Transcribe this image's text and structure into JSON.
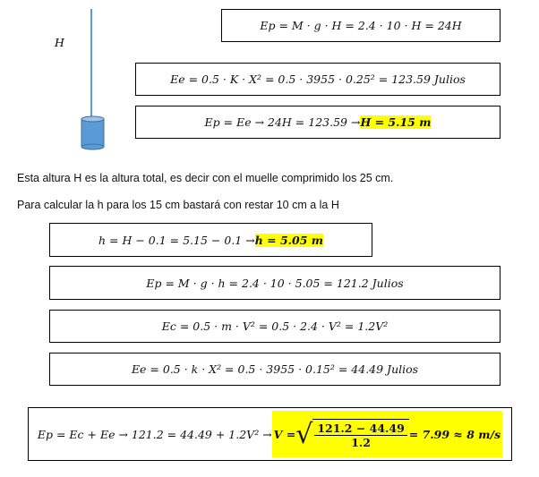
{
  "diagram": {
    "height_label": "H"
  },
  "equations": {
    "eq1": "Ep = M · g · H = 2.4 · 10 · H = 24H",
    "eq2": "Ee = 0.5 · K · X² = 0.5 · 3955 · 0.25² = 123.59 Julios",
    "eq3_prefix": "Ep = Ee → 24H = 123.59 → ",
    "eq3_result": "H = 5.15 m",
    "eq4_prefix": "h = H − 0.1 = 5.15 − 0.1 → ",
    "eq4_result": "h = 5.05 m",
    "eq5": "Ep = M · g · h = 2.4 · 10 · 5.05 = 121.2 Julios",
    "eq6": "Ec = 0.5 · m · V² = 0.5 · 2.4 · V² = 1.2V²",
    "eq7": "Ee = 0.5 · k · X² = 0.5 · 3955 · 0.15² = 44.49 Julios",
    "eq8_prefix": "Ep = Ec + Ee → 121.2 = 44.49 + 1.2V² → ",
    "eq8_v": "V = ",
    "eq8_num": "121.2 − 44.49",
    "eq8_den": "1.2",
    "eq8_result": " = 7.99 ≈ 8 m/s"
  },
  "paragraphs": {
    "p1": "Esta altura H es la altura total, es decir con el muelle comprimido los 25 cm.",
    "p2": "Para calcular la h para los 15 cm bastará con restar 10 cm a la H"
  }
}
